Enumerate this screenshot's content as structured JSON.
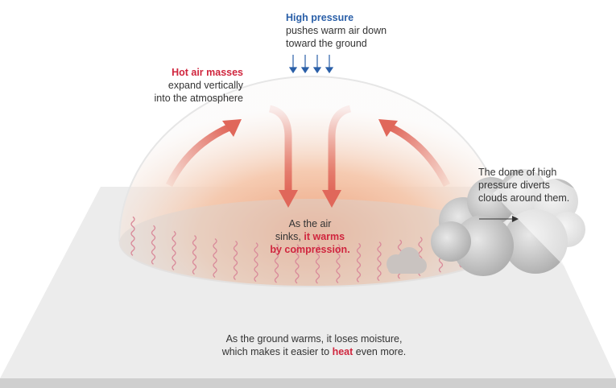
{
  "labels": {
    "high_pressure": {
      "title": "High pressure",
      "line1": "pushes warm air down",
      "line2": "toward the ground"
    },
    "hot_air": {
      "title": "Hot air masses",
      "line1": "expand vertically",
      "line2": "into the atmosphere"
    },
    "dome": {
      "line1": "The dome of high",
      "line2": "pressure diverts",
      "line3": "clouds around them."
    },
    "sinks": {
      "line1": "As the air",
      "line2a": "sinks, ",
      "line2b": "it warms",
      "line3": "by compression."
    },
    "ground": {
      "line1": "As the ground warms, it loses moisture,",
      "line2a": "which makes it easier to ",
      "line2b": "heat",
      "line2c": " even more."
    }
  },
  "colors": {
    "red": "#d0263e",
    "blue": "#2a5fa8",
    "text": "#333333",
    "arrow": "#e0675a"
  }
}
